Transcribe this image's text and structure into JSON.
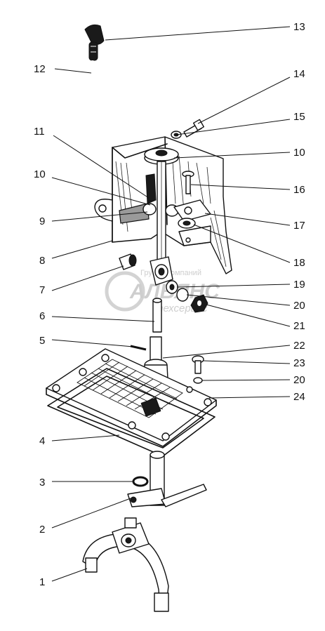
{
  "callouts": [
    {
      "id": "c13",
      "label": "13"
    },
    {
      "id": "c12",
      "label": "12"
    },
    {
      "id": "c14",
      "label": "14"
    },
    {
      "id": "c15",
      "label": "15"
    },
    {
      "id": "c11",
      "label": "11"
    },
    {
      "id": "c10a",
      "label": "10"
    },
    {
      "id": "c10b",
      "label": "10"
    },
    {
      "id": "c16",
      "label": "16"
    },
    {
      "id": "c9",
      "label": "9"
    },
    {
      "id": "c17",
      "label": "17"
    },
    {
      "id": "c8",
      "label": "8"
    },
    {
      "id": "c18",
      "label": "18"
    },
    {
      "id": "c7",
      "label": "7"
    },
    {
      "id": "c19",
      "label": "19"
    },
    {
      "id": "c20a",
      "label": "20"
    },
    {
      "id": "c6",
      "label": "6"
    },
    {
      "id": "c21",
      "label": "21"
    },
    {
      "id": "c5",
      "label": "5"
    },
    {
      "id": "c22",
      "label": "22"
    },
    {
      "id": "c23",
      "label": "23"
    },
    {
      "id": "c20b",
      "label": "20"
    },
    {
      "id": "c24",
      "label": "24"
    },
    {
      "id": "c4",
      "label": "4"
    },
    {
      "id": "c3",
      "label": "3"
    },
    {
      "id": "c2",
      "label": "2"
    },
    {
      "id": "c1",
      "label": "1"
    }
  ],
  "watermark": {
    "line1": "Группа компаний",
    "line2": "АЛЬЯНС",
    "line3": "техсервис"
  }
}
